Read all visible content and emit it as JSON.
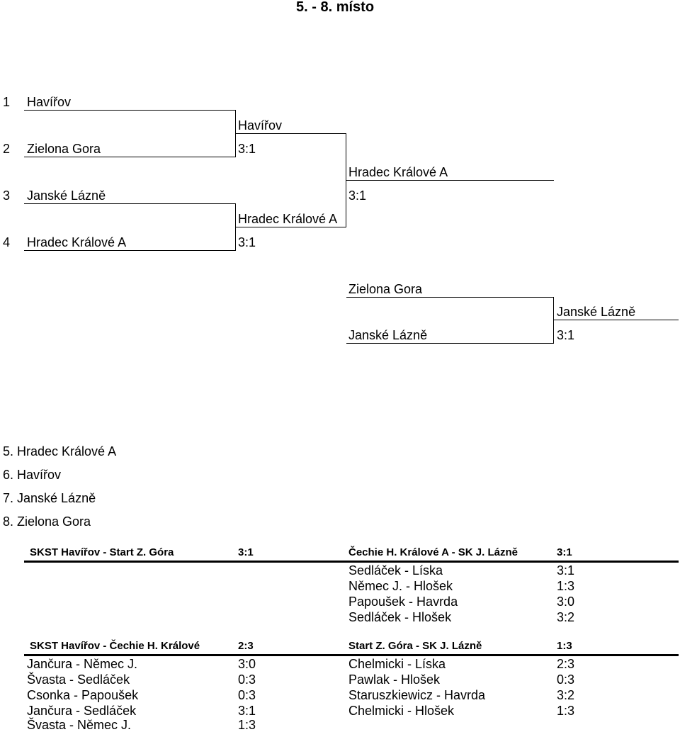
{
  "title": "5. - 8. místo",
  "bracket": {
    "seeds": [
      {
        "num": "1",
        "team": "Havířov"
      },
      {
        "num": "2",
        "team": "Zielona Gora"
      },
      {
        "num": "3",
        "team": "Janské Lázně"
      },
      {
        "num": "4",
        "team": "Hradec Králové A"
      }
    ],
    "semi1": {
      "winner": "Havířov",
      "score": "3:1"
    },
    "semi2": {
      "winner": "Hradec Králové A",
      "score": "3:1"
    },
    "final": {
      "winner": "Hradec Králové A",
      "score": "3:1"
    },
    "third": {
      "team_top": "Zielona Gora",
      "team_bottom": "Janské Lázně",
      "winner": "Janské Lázně",
      "score": "3:1"
    }
  },
  "standings": [
    "5. Hradec Králové A",
    "6. Havířov",
    "7. Janské Lázně",
    "8. Zielona Gora"
  ],
  "matches": [
    {
      "header": "SKST Havířov - Start Z. Góra",
      "score": "3:1",
      "games": []
    },
    {
      "header": "Čechie H. Králové A - SK J. Lázně",
      "score": "3:1",
      "games": [
        {
          "players": "Sedláček - Líska",
          "score": "3:1"
        },
        {
          "players": "Němec J. - Hlošek",
          "score": "1:3"
        },
        {
          "players": "Papoušek - Havrda",
          "score": "3:0"
        },
        {
          "players": "Sedláček - Hlošek",
          "score": "3:2"
        }
      ]
    },
    {
      "header": "SKST Havířov - Čechie H. Králové",
      "score": "2:3",
      "games": [
        {
          "players": "Jančura - Němec J.",
          "score": "3:0"
        },
        {
          "players": "Švasta - Sedláček",
          "score": "0:3"
        },
        {
          "players": "Csonka - Papoušek",
          "score": "0:3"
        },
        {
          "players": "Jančura - Sedláček",
          "score": "3:1"
        },
        {
          "players": "Švasta - Němec J.",
          "score": "1:3"
        }
      ]
    },
    {
      "header": "Start Z. Góra - SK J. Lázně",
      "score": "1:3",
      "games": [
        {
          "players": "Chelmicki - Líska",
          "score": "2:3"
        },
        {
          "players": "Pawlak - Hlošek",
          "score": "0:3"
        },
        {
          "players": "Staruszkiewicz - Havrda",
          "score": "3:2"
        },
        {
          "players": "Chelmicki - Hlošek",
          "score": "1:3"
        }
      ]
    }
  ]
}
